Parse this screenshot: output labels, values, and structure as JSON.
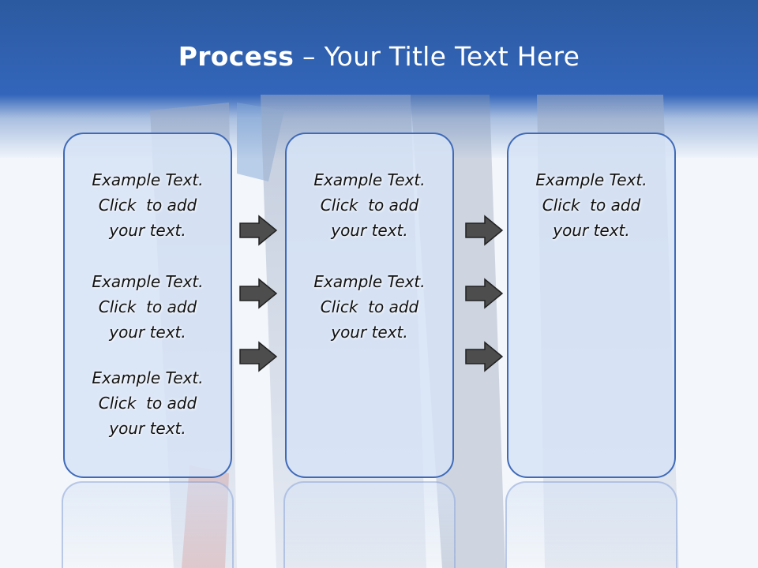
{
  "title": {
    "bold": "Process",
    "rest": "  – Your Title Text Here"
  },
  "columns": [
    {
      "blocks": [
        [
          "Example Text.",
          "Click  to add",
          "your text."
        ],
        [
          "Example Text.",
          "Click  to add",
          "your text."
        ],
        [
          "Example Text.",
          "Click  to add",
          "your text."
        ]
      ]
    },
    {
      "blocks": [
        [
          "Example Text.",
          "Click  to add",
          "your text."
        ],
        [
          "Example Text.",
          "Click  to add",
          "your text."
        ]
      ]
    },
    {
      "blocks": [
        [
          "Example Text.",
          "Click  to add",
          "your text."
        ]
      ]
    }
  ],
  "colors": {
    "header": "#2c5aa0",
    "box_border": "#3f6ab8",
    "box_fill": "#d6e3f6",
    "arrow_fill": "#4d4d4d"
  }
}
